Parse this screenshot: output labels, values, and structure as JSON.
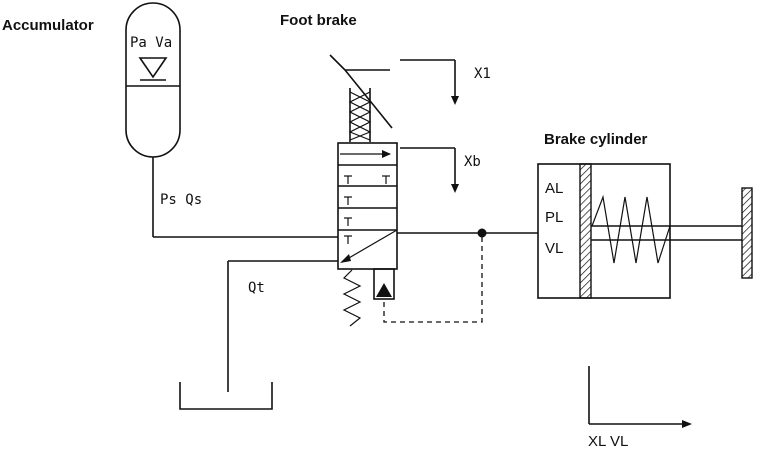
{
  "labels": {
    "accumulator": "Accumulator",
    "accumulator_params": "Pa Va",
    "foot_brake": "Foot brake",
    "x1": "X1",
    "xb": "Xb",
    "ps_qs": "Ps Qs",
    "qt": "Qt",
    "brake_cylinder": "Brake cylinder",
    "al": "AL",
    "pl": "PL",
    "vl": "VL",
    "xl_vl": "XL  VL"
  }
}
